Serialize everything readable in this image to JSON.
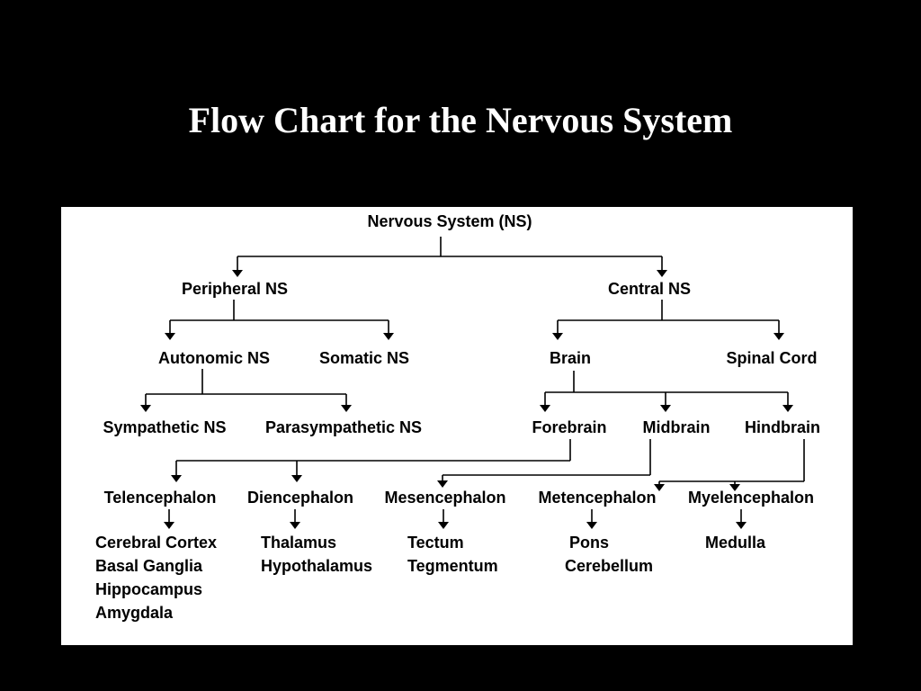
{
  "title": "Flow Chart for the Nervous System",
  "colors": {
    "background": "#000000",
    "panel": "#ffffff",
    "text": "#000000",
    "title": "#ffffff"
  },
  "nodes": {
    "nervous_system": "Nervous System (NS)",
    "peripheral_ns": "Peripheral NS",
    "central_ns": "Central NS",
    "autonomic_ns": "Autonomic NS",
    "somatic_ns": "Somatic NS",
    "brain": "Brain",
    "spinal_cord": "Spinal Cord",
    "sympathetic_ns": "Sympathetic NS",
    "parasympathetic_ns": "Parasympathetic NS",
    "forebrain": "Forebrain",
    "midbrain": "Midbrain",
    "hindbrain": "Hindbrain",
    "telencephalon": "Telencephalon",
    "diencephalon": "Diencephalon",
    "mesencephalon": "Mesencephalon",
    "metencephalon": "Metencephalon",
    "myelencephalon": "Myelencephalon"
  },
  "structures": {
    "telencephalon": [
      "Cerebral Cortex",
      "Basal Ganglia",
      "Hippocampus",
      "Amygdala"
    ],
    "diencephalon": [
      "Thalamus",
      "Hypothalamus"
    ],
    "mesencephalon": [
      "Tectum",
      "Tegmentum"
    ],
    "metencephalon": [
      "Pons",
      "Cerebellum"
    ],
    "myelencephalon": [
      "Medulla"
    ]
  }
}
